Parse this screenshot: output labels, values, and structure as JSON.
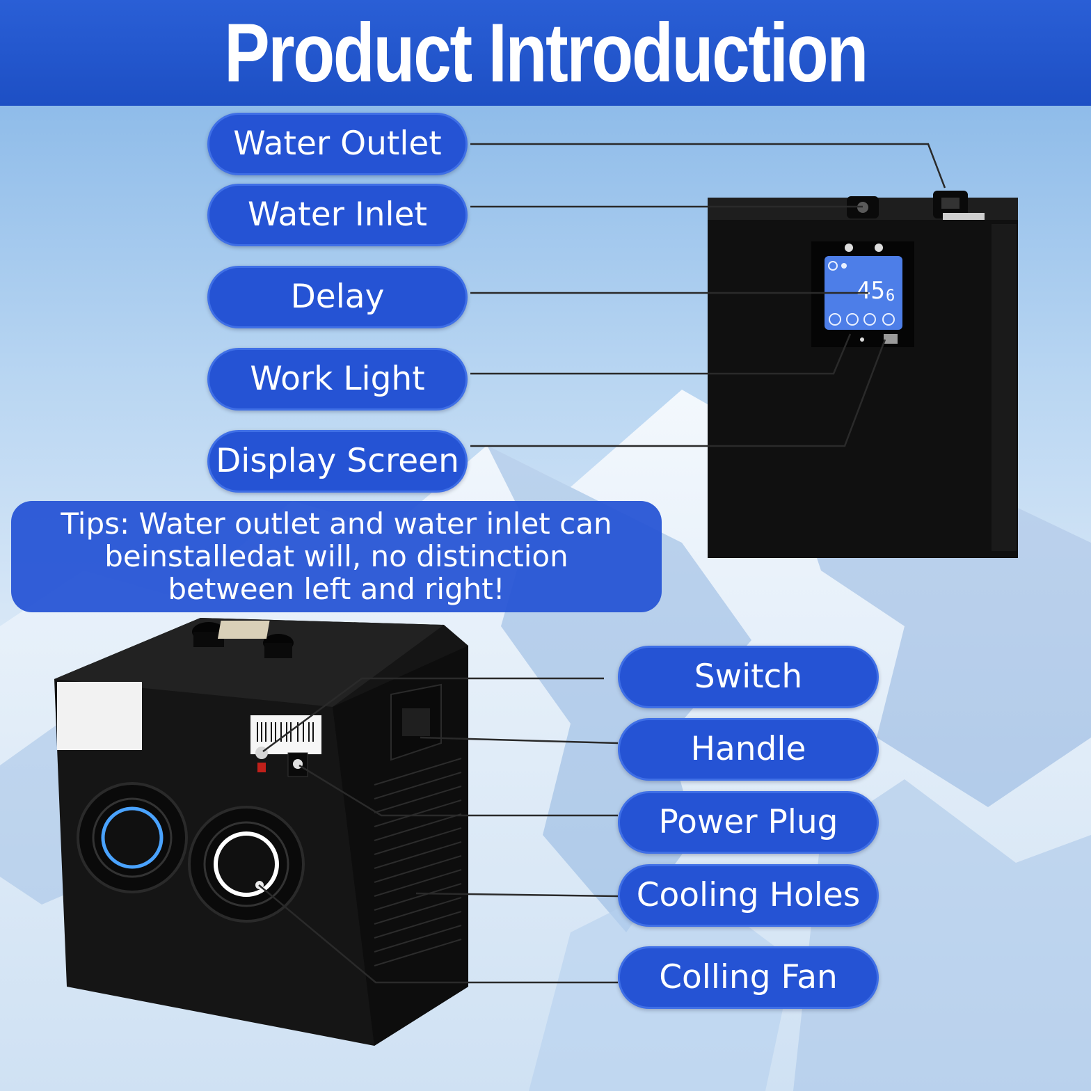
{
  "header": {
    "title": "Product Introduction"
  },
  "labels_top": [
    "Water Outlet",
    "Water Inlet",
    "Delay",
    "Work Light",
    "Display Screen"
  ],
  "tips": {
    "lines": [
      "Tips: Water outlet and water inlet can",
      "beinstalledat will, no distinction",
      "between left and right!"
    ]
  },
  "labels_bottom": [
    "Switch",
    "Handle",
    "Power Plug",
    "Cooling Holes",
    "Colling Fan"
  ],
  "display_reading": "45.6",
  "colors": {
    "header_blue": "#1d4fc4",
    "pill_blue": "#2553d4",
    "device_black": "#121212",
    "screen_blue": "#4d7ee8",
    "sky": "#cfe4f6"
  }
}
